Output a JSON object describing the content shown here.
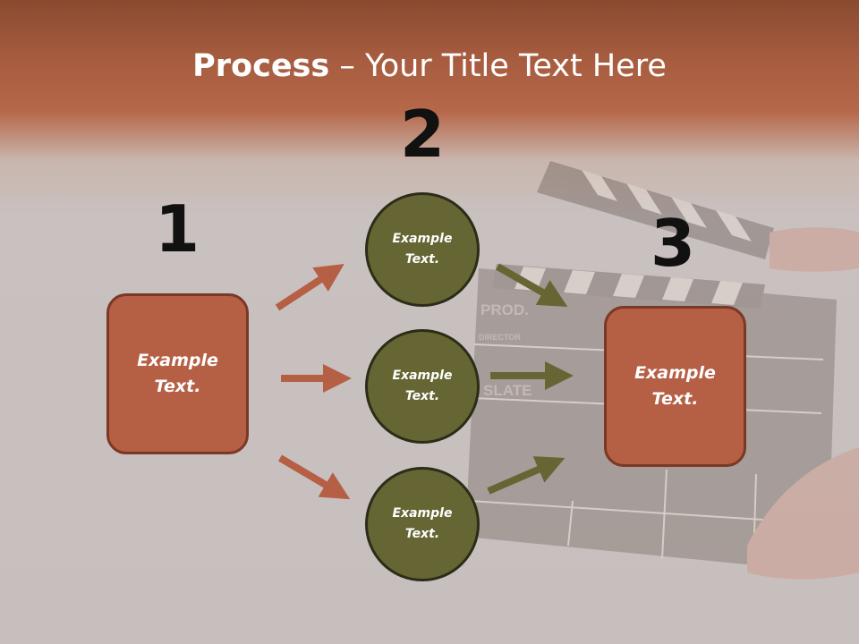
{
  "title": {
    "bold": "Process",
    "rest": " – Your Title Text Here"
  },
  "steps": {
    "n1": "1",
    "n2": "2",
    "n3": "3"
  },
  "left_box": {
    "text": "Example\nText."
  },
  "circles": [
    {
      "text": "Example\nText."
    },
    {
      "text": "Example\nText."
    },
    {
      "text": "Example\nText."
    }
  ],
  "right_box": {
    "text": "Example\nText."
  },
  "clapper_text": {
    "prod": "PROD.",
    "director": "DIRECTOR",
    "slate": "SLATE"
  },
  "colors": {
    "box_fill": "#b55f45",
    "circle_fill": "#656634",
    "arrow_orange": "#b55f45",
    "arrow_olive": "#656634"
  }
}
